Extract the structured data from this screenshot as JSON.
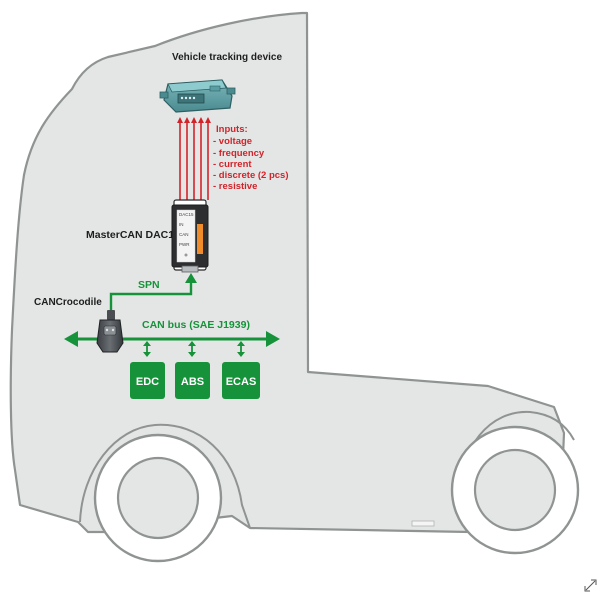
{
  "colors": {
    "truck_fill": "#e4e6e5",
    "truck_stroke": "#8f9492",
    "green": "#16923a",
    "red": "#d2232a",
    "text_dark": "#1e1e1e",
    "tracker_fill": "#5f9ea3",
    "background": "#ffffff"
  },
  "labels": {
    "tracker": "Vehicle tracking device",
    "inputs_title": "Inputs:",
    "inputs": [
      "- voltage",
      "- frequency",
      "- current",
      "- discrete (2 pcs)",
      "- resistive"
    ],
    "dac": "MasterCAN DAC15",
    "spn": "SPN",
    "crocodile": "CANCrocodile",
    "canbus": "CAN bus (SAE J1939)",
    "ecus": [
      "EDC",
      "ABS",
      "ECAS"
    ]
  },
  "icons": {
    "tracker": "tracking-device-icon",
    "dac": "dac-module-icon",
    "crocodile": "cancrocodile-reader-icon",
    "expand": "expand-arrows-icon"
  }
}
